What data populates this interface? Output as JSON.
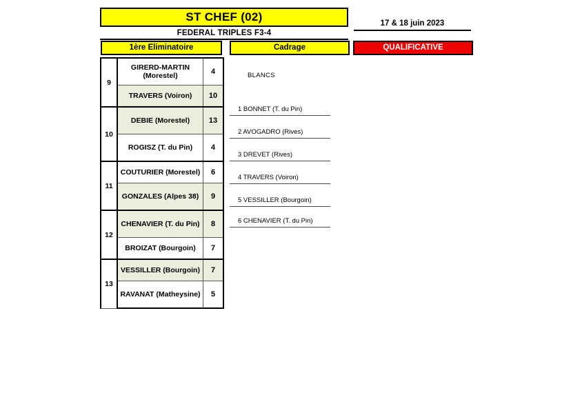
{
  "header": {
    "event_title": "ST CHEF (02)",
    "event_subtitle": "FEDERAL TRIPLES  F3-4",
    "event_date": "17 & 18 juin 2023",
    "stages": {
      "eliminatoire": "1ère Eliminatoire",
      "cadrage": "Cadrage",
      "qualificative": "QUALIFICATIVE"
    },
    "colors": {
      "stage_yellow": "#FFFF00",
      "stage_red": "#EE0000",
      "winner_row": "#EAEEDD"
    }
  },
  "results": {
    "matches": [
      {
        "number": "9",
        "rows": [
          {
            "name": "GIRERD-MARTIN (Morestel)",
            "score": "4",
            "winner": false,
            "tall": true
          },
          {
            "name": "TRAVERS (Voiron)",
            "score": "10",
            "winner": true,
            "tall": false
          }
        ]
      },
      {
        "number": "10",
        "rows": [
          {
            "name": "DEBIE (Morestel)",
            "score": "13",
            "winner": true,
            "tall": true
          },
          {
            "name": "ROGISZ (T. du Pin)",
            "score": "4",
            "winner": false,
            "tall": true
          }
        ]
      },
      {
        "number": "11",
        "rows": [
          {
            "name": "COUTURIER (Morestel)",
            "score": "6",
            "winner": false,
            "tall": false
          },
          {
            "name": "GONZALES (Alpes 38)",
            "score": "9",
            "winner": true,
            "tall": true
          }
        ]
      },
      {
        "number": "12",
        "rows": [
          {
            "name": "CHENAVIER (T. du Pin)",
            "score": "8",
            "winner": true,
            "tall": true
          },
          {
            "name": "BROIZAT (Bourgoin)",
            "score": "7",
            "winner": false,
            "tall": false
          }
        ]
      },
      {
        "number": "13",
        "rows": [
          {
            "name": "VESSILLER (Bourgoin)",
            "score": "7",
            "winner": true,
            "tall": false
          },
          {
            "name": "RAVANAT (Matheysine)",
            "score": "5",
            "winner": false,
            "tall": true
          }
        ]
      }
    ]
  },
  "blancs": {
    "title": "BLANCS",
    "entries": [
      "1 BONNET (T. du Pin)",
      "2 AVOGADRO (Rives)",
      "3 DREVET (Rives)",
      "4 TRAVERS (Voiron)",
      "5 VESSILLER (Bourgoin)",
      "6 CHENAVIER (T. du Pin)"
    ]
  }
}
